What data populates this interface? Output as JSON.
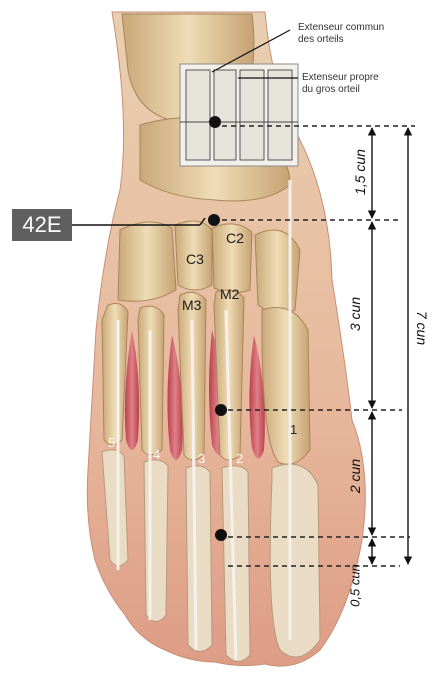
{
  "callouts": {
    "extensor_common": [
      "Extenseur commun",
      "des orteils"
    ],
    "extensor_proper": [
      "Extenseur propre",
      "du gros orteil"
    ]
  },
  "point_label": "42E",
  "bones": {
    "c2": "C2",
    "c3": "C3",
    "m2": "M2",
    "m3": "M3"
  },
  "toes": [
    "1",
    "2",
    "3",
    "4",
    "5"
  ],
  "measurements": {
    "seg_1": "1,5 cun",
    "seg_2": "3 cun",
    "seg_3": "2 cun",
    "seg_4": "0,5 cun",
    "total": "7 cun"
  },
  "colors": {
    "label_bg": "#5f5f5f",
    "bone": "#e6cfa2",
    "muscle": "#c8505a",
    "skin": "#e9b9a0"
  }
}
